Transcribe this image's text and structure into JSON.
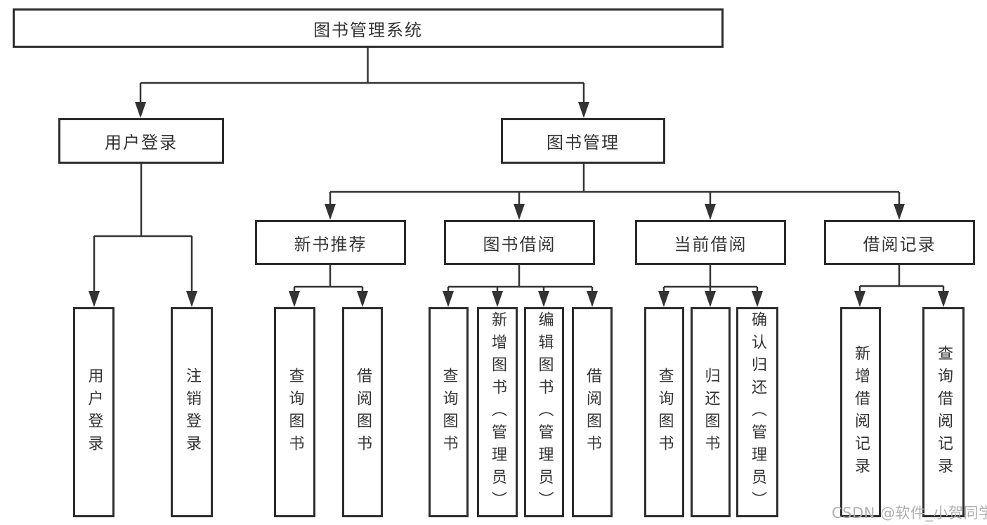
{
  "nodes": {
    "root": "图书管理系统",
    "user_login": "用户登录",
    "book_management": "图书管理",
    "new_book_recommend": "新书推荐",
    "book_borrow": "图书借阅",
    "current_borrow": "当前借阅",
    "borrow_records": "借阅记录",
    "leaves_user_login": [
      "用户登录",
      "注销登录"
    ],
    "leaves_new_book": [
      "查询图书",
      "借阅图书"
    ],
    "leaves_book_borrow": [
      "查询图书",
      "新增图书（管理员）",
      "编辑图书（管理员）",
      "借阅图书"
    ],
    "leaves_current_borrow": [
      "查询图书",
      "归还图书",
      "确认归还（管理员）"
    ],
    "leaves_borrow_records": [
      "新增借阅记录",
      "查询借阅记录"
    ]
  },
  "watermark": {
    "text": "CSDN @软件_小贺同学",
    "color": "#b0b0b0"
  },
  "diagram_colors": {
    "line": "#333333",
    "box_border": "#2d2d2d",
    "text": "#333333",
    "background": "#ffffff"
  }
}
